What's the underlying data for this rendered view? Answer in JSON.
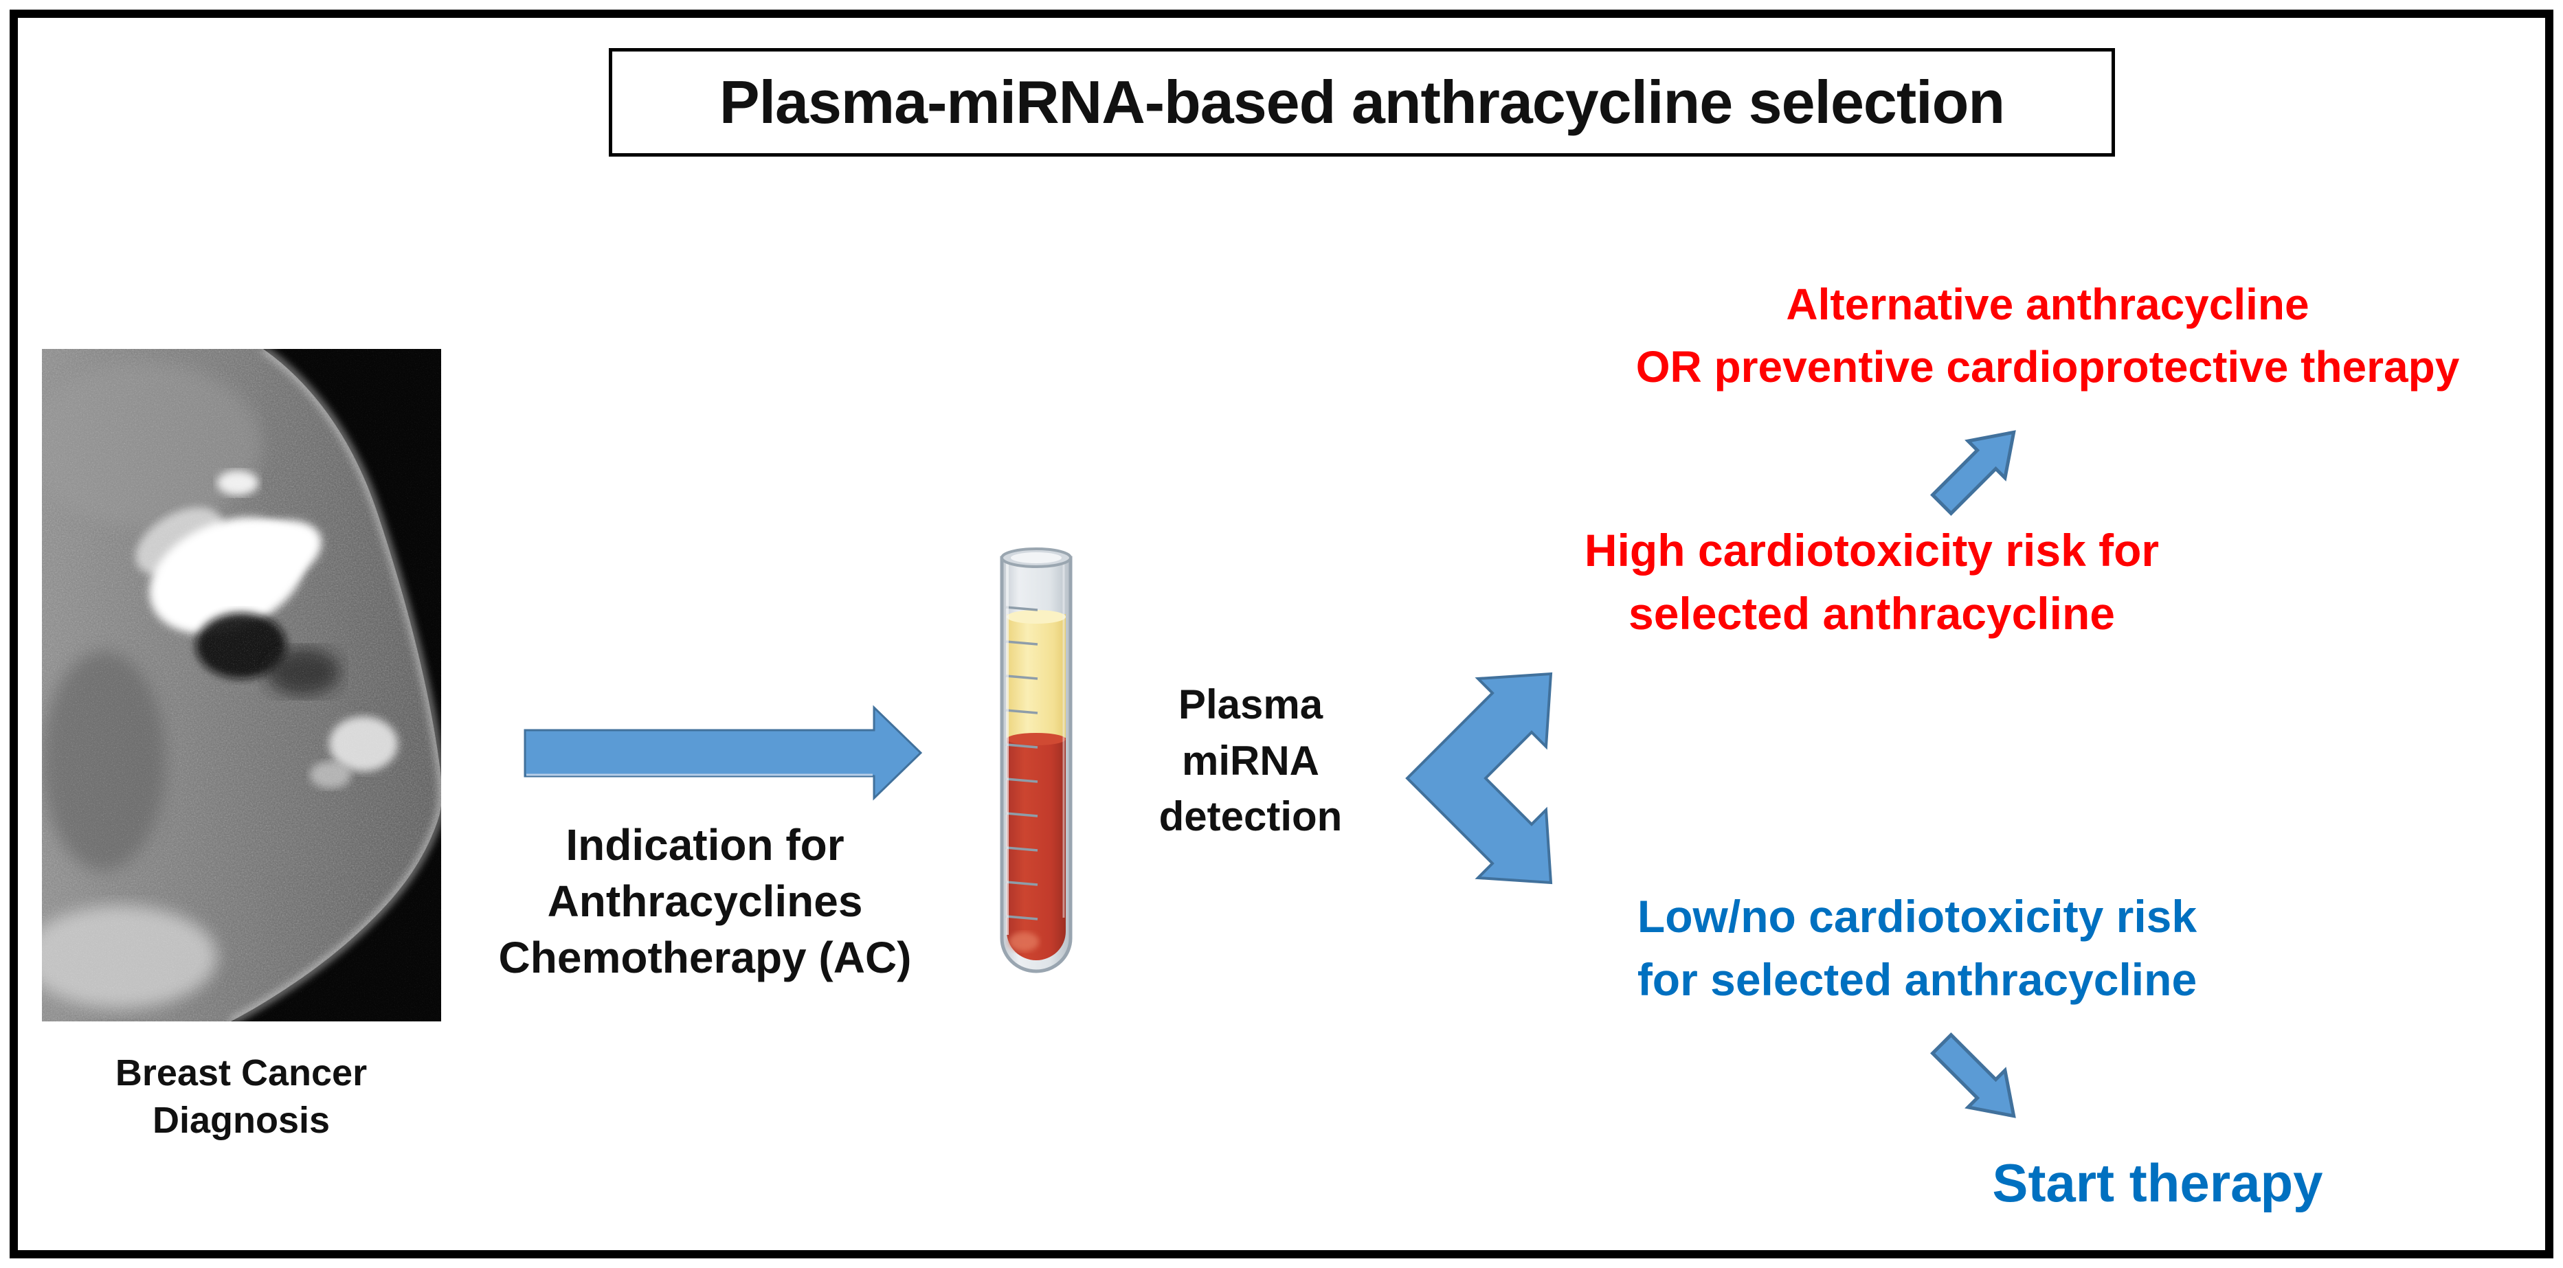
{
  "title": "Plasma-miRNA-based anthracycline selection",
  "flow": {
    "breast_caption": "Breast Cancer\nDiagnosis",
    "indication": "Indication for\nAnthracyclines\nChemotherapy (AC)",
    "plasma_detection": "Plasma\nmiRNA\ndetection",
    "high_risk": "High cardiotoxicity risk for\nselected anthracycline",
    "alternative": "Alternative anthracycline\nOR preventive cardioprotective therapy",
    "low_risk": "Low/no cardiotoxicity risk\nfor selected anthracycline",
    "start": "Start therapy"
  },
  "icons": {
    "flow_arrow": "right-arrow-icon",
    "branch_arrow": "fork-double-arrow-icon",
    "high_branch_arrow": "up-right-arrow-icon",
    "low_branch_arrow": "down-right-arrow-icon",
    "sample": "test-tube-icon",
    "diagnosis_image": "mammogram-image"
  },
  "colors": {
    "arrow_fill": "#5B9BD5",
    "arrow_stroke": "#41719C",
    "red": "#FF0000",
    "blue": "#0070C0",
    "text": "#111111",
    "border": "#000000",
    "plasma_yellow": "#F5E294",
    "blood_red": "#C23B2B",
    "glass": "#D9DEE4"
  }
}
